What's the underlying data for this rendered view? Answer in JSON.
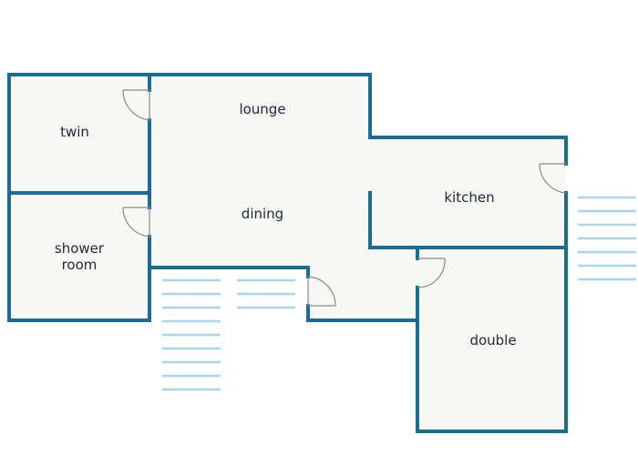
{
  "rooms": {
    "twin": "twin",
    "lounge": "lounge",
    "dining": "dining",
    "kitchen": "kitchen",
    "shower_room": [
      "shower",
      "room"
    ],
    "double": "double"
  },
  "colors": {
    "wall": "#1b6d96",
    "floor": "#f7f7f6",
    "stairs": "#a9d6ef",
    "door": "#8a8a8a",
    "text": "#1f2a33"
  }
}
